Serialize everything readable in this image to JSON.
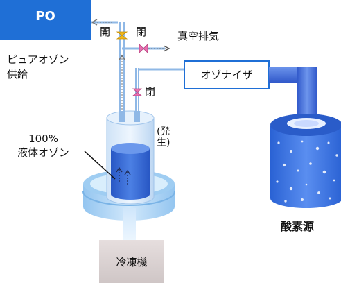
{
  "labels": {
    "po": "PO",
    "pure_ozone_supply_line1": "ピュアオゾン",
    "pure_ozone_supply_line2": "供給",
    "valve_open": "開",
    "valve_closed_top": "閉",
    "vacuum_exhaust": "真空排気",
    "ozonizer": "オゾナイザ",
    "valve_closed_mid": "閉",
    "liquid_percent": "100%",
    "liquid_ozone": "液体オゾン",
    "generating": "(発生)",
    "oxygen_source": "酸素源",
    "freezer": "冷凍機"
  },
  "colors": {
    "po_box": "#1f6fd6",
    "pipe": "#8fb8e6",
    "valve_open": "#f0b81c",
    "valve_closed": "#e86fb0",
    "ozonizer_border": "#1f6fd6",
    "oxygen_tank": "#2c68d8",
    "liquid": "#2f66d0",
    "freezer": "#d8d0d0"
  }
}
